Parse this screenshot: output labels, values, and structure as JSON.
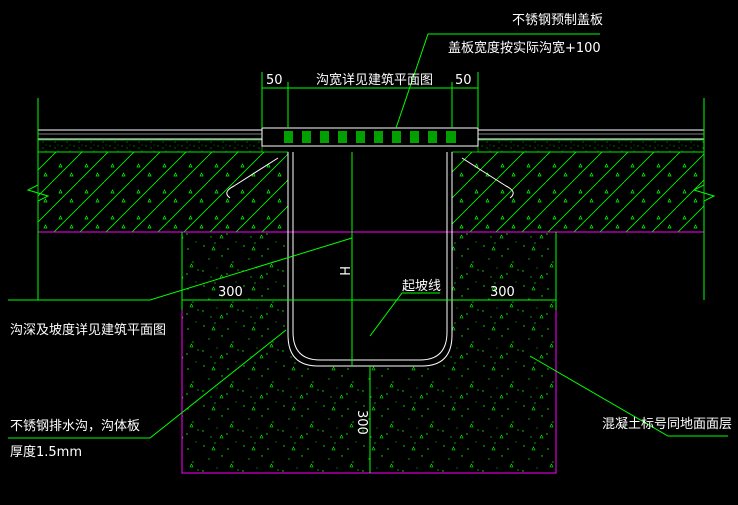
{
  "colors": {
    "background": "#000000",
    "green": "#00ff00",
    "magenta": "#ff00ff",
    "white": "#ffffff",
    "cover_dark": "#0a3a0a"
  },
  "labels": {
    "cover_title": "不锈钢预制盖板",
    "cover_width": "盖板宽度按实际沟宽+100",
    "trench_width_ref": "沟宽详见建筑平面图",
    "slope_line": "起坡线",
    "depth_slope_ref": "沟深及坡度详见建筑平面图",
    "trench_material": "不锈钢排水沟，沟体板",
    "thickness": "厚度1.5mm",
    "concrete_grade": "混凝土标号同地面面层"
  },
  "dimensions": {
    "left_50": "50",
    "right_50": "50",
    "left_300": "300",
    "right_300": "300",
    "depth_H": "H",
    "bottom_300": "300"
  }
}
